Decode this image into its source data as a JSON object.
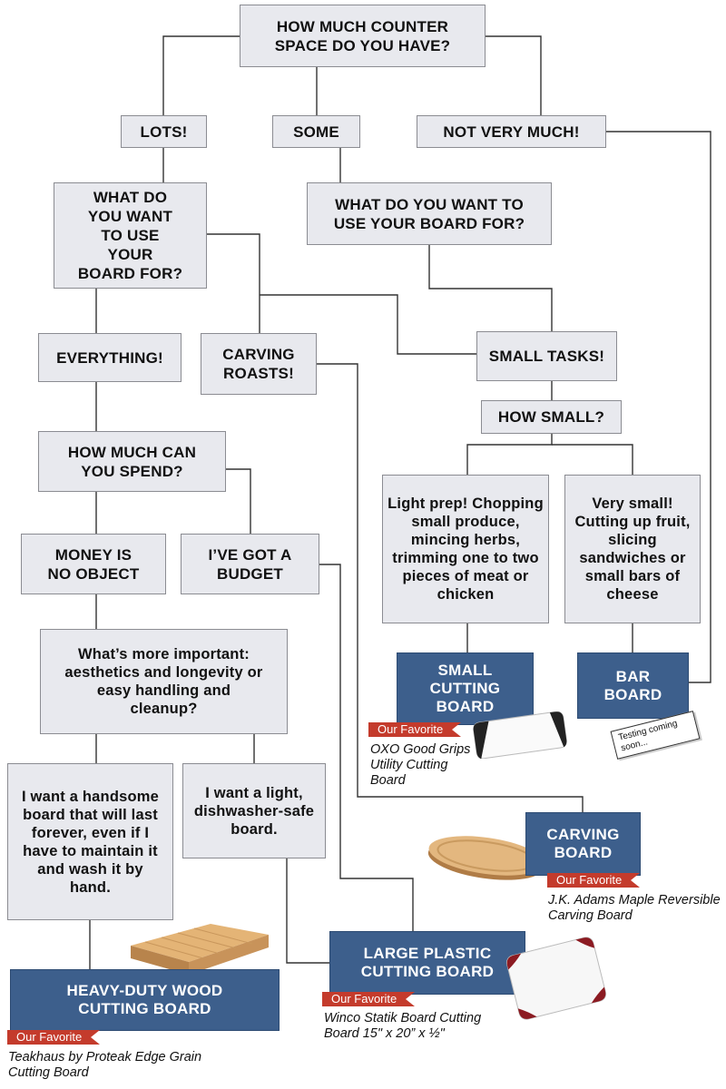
{
  "questions": {
    "counter_space": "HOW MUCH COUNTER SPACE DO YOU HAVE?",
    "use_lots": "WHAT DO YOU WANT TO USE YOUR BOARD FOR?",
    "use_some": "WHAT DO YOU WANT TO USE YOUR BOARD FOR?",
    "how_small": "HOW SMALL?",
    "how_much_spend": "HOW MUCH CAN YOU SPEND?",
    "whats_important": "What’s more important: aesthetics and longevity or easy handling and cleanup?"
  },
  "answers": {
    "lots": "LOTS!",
    "some": "SOME",
    "not_very_much": "NOT VERY MUCH!",
    "everything": "EVERYTHING!",
    "carving_roasts": "CARVING ROASTS!",
    "small_tasks": "SMALL TASKS!",
    "light_prep": "Light prep! Chopping small produce, mincing herbs, trimming one to two pieces of meat or chicken",
    "very_small": "Very small! Cutting up fruit, slicing sandwiches or small bars of cheese",
    "money_no_object": "MONEY IS NO OBJECT",
    "budget": "I’VE GOT A BUDGET",
    "handsome_board": "I want a handsome board that will last forever, even if I have to maintain it and wash it by hand.",
    "light_board": "I want a light, dishwasher-safe board."
  },
  "results": {
    "small_board": {
      "title": "SMALL CUTTING BOARD",
      "tag": "Our Favorite",
      "pick": "OXO Good Grips Utility Cutting Board"
    },
    "bar_board": {
      "title": "BAR BOARD",
      "note": "Testing coming soon..."
    },
    "carving_board": {
      "title": "CARVING BOARD",
      "tag": "Our Favorite",
      "pick": "J.K. Adams Maple Reversible Carving Board"
    },
    "large_plastic": {
      "title": "LARGE PLASTIC CUTTING BOARD",
      "tag": "Our Favorite",
      "pick": "Winco Statik Board Cutting Board 15\" x 20” x ½\""
    },
    "heavy_wood": {
      "title": "HEAVY-DUTY WOOD CUTTING BOARD",
      "tag": "Our Favorite",
      "pick": "Teakhaus by Proteak Edge Grain Cutting Board"
    }
  },
  "colors": {
    "question_bg": "#e8e9ee",
    "result_bg": "#3d5f8c",
    "tag_red": "#c43b2c",
    "line": "#333333"
  }
}
